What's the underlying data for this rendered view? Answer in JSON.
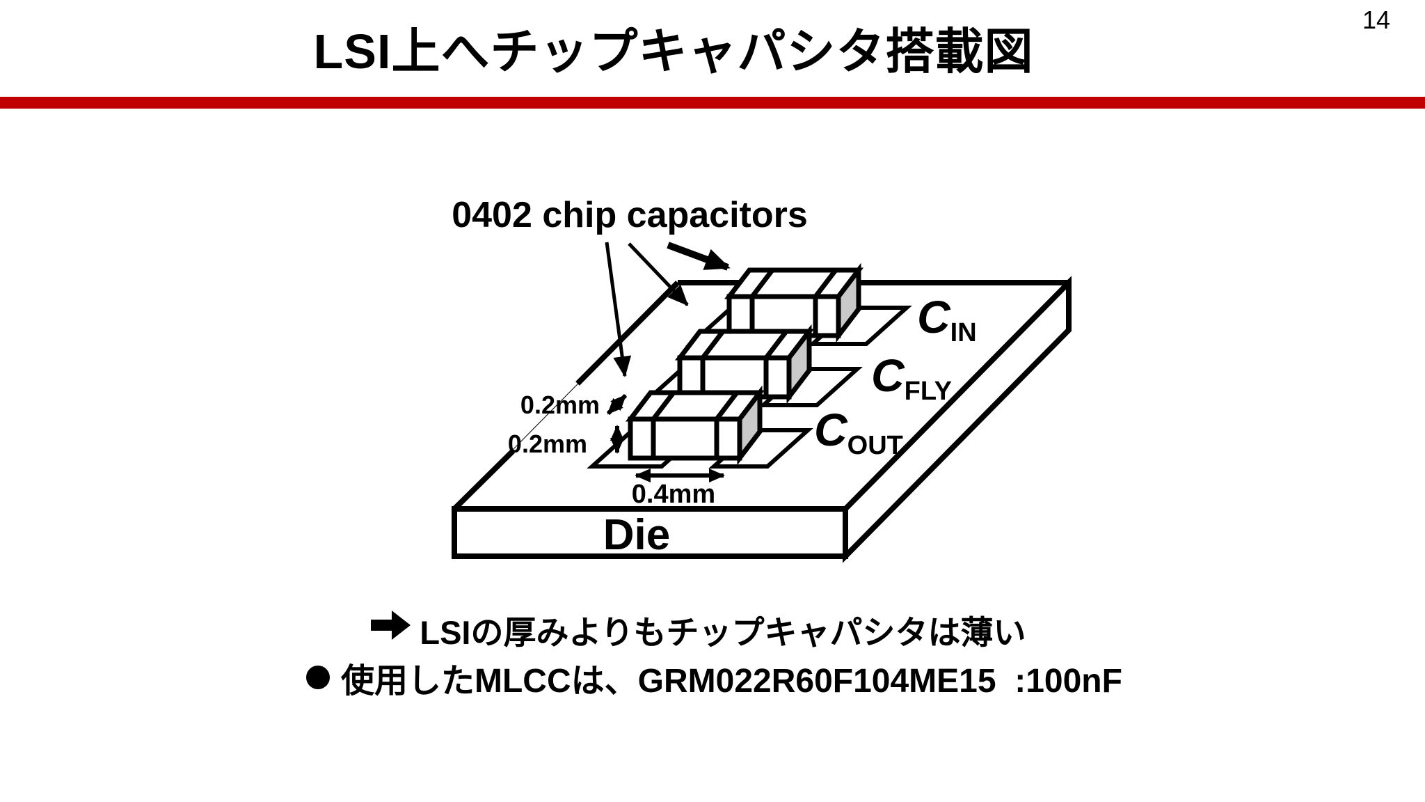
{
  "slide": {
    "page_number": "14",
    "title": "LSI上へチップキャパシタ搭載図",
    "accent_color": "#c00000"
  },
  "diagram": {
    "caption": "0402 chip capacitors",
    "die_label": "Die",
    "dims": {
      "gap": "0.2mm",
      "height": "0.2mm",
      "length": "0.4mm"
    },
    "capacitors": [
      {
        "name": "C",
        "sub": "IN"
      },
      {
        "name": "C",
        "sub": "FLY"
      },
      {
        "name": "C",
        "sub": "OUT"
      }
    ],
    "colors": {
      "terminal_gray": "#c9c9c9",
      "line_black": "#000000"
    }
  },
  "notes": [
    {
      "marker": "arrow",
      "text": "LSIの厚みよりもチップキャパシタは薄い"
    },
    {
      "marker": "bullet",
      "text": "使用したMLCCは、GRM022R60F104ME15  :100nF"
    }
  ]
}
